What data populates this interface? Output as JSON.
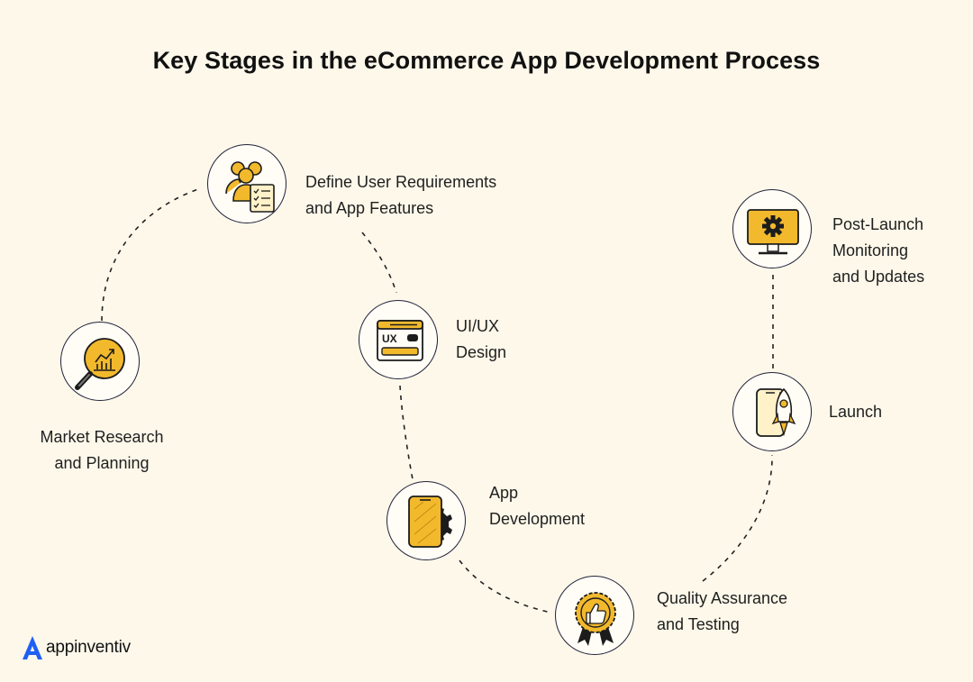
{
  "title": "Key Stages in the eCommerce App Development Process",
  "stages": [
    {
      "label_lines": [
        "Market Research",
        "and Planning"
      ],
      "icon": "magnifier-chart-icon"
    },
    {
      "label_lines": [
        "Define User Requirements",
        "and App Features"
      ],
      "icon": "users-checklist-icon"
    },
    {
      "label_lines": [
        "UI/UX",
        "Design"
      ],
      "icon": "ux-window-icon",
      "icon_text": "UX"
    },
    {
      "label_lines": [
        "App",
        "Development"
      ],
      "icon": "phone-gear-icon"
    },
    {
      "label_lines": [
        "Quality Assurance",
        "and Testing"
      ],
      "icon": "thumbs-up-badge-icon"
    },
    {
      "label_lines": [
        "Launch"
      ],
      "icon": "phone-rocket-icon"
    },
    {
      "label_lines": [
        "Post-Launch",
        "Monitoring",
        "and Updates"
      ],
      "icon": "monitor-gear-icon"
    }
  ],
  "brand": {
    "name": "appinventiv",
    "icon": "appinventiv-logo-icon"
  },
  "colors": {
    "background": "#fdf8ea",
    "accent": "#f2b92c",
    "outline": "#22223a",
    "logo": "#1f5ff5"
  }
}
